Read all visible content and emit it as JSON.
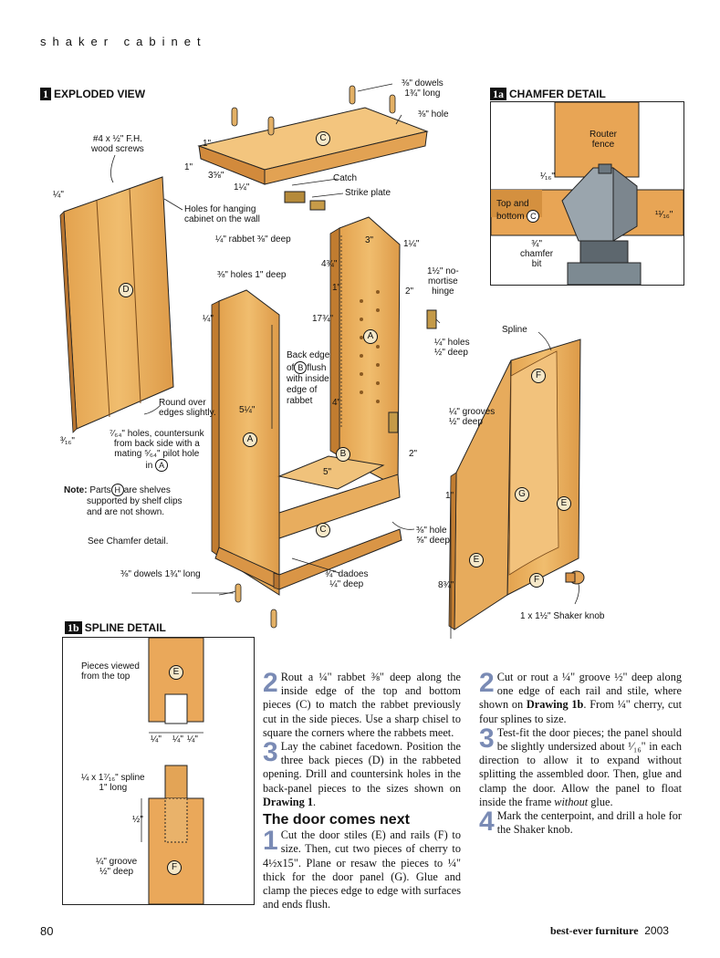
{
  "header": "shaker cabinet",
  "sections": {
    "exploded": {
      "num": "1",
      "title": "EXPLODED VIEW"
    },
    "chamfer": {
      "num": "1a",
      "title": "CHAMFER DETAIL"
    },
    "spline": {
      "num": "1b",
      "title": "SPLINE DETAIL"
    }
  },
  "exploded_labels": {
    "dowels_top": "⅜\" dowels",
    "dowels_top2": "1¾\" long",
    "hole_top": "⅜\" hole",
    "screws1": "#4 x ½\" F.H.",
    "screws2": "wood screws",
    "d1a": "1\"",
    "d1b": "1\"",
    "d358": "3⅝\"",
    "d114a": "1¼\"",
    "catch": "Catch",
    "strike": "Strike plate",
    "d14a": "¼\"",
    "holes_hang1": "Holes for hanging",
    "holes_hang2": "cabinet on the wall",
    "rabbet": "¼\" rabbet ⅜\" deep",
    "d3": "3\"",
    "d114b": "1¼\"",
    "d434": "4¾\"",
    "d1c": "1\"",
    "hinge1": "1½\" no-",
    "hinge2": "mortise",
    "hinge3": "hinge",
    "holes1deep": "⅜\" holes 1\" deep",
    "d2a": "2\"",
    "d1734": "17¾\"",
    "d14b": "¼\"",
    "backedge1": "Back edge",
    "backedge2": "of",
    "backedge2b": "flush",
    "backedge3": "with inside",
    "backedge4": "edge of",
    "backedge5": "rabbet",
    "d4": "4\"",
    "holes14_1": "¼\" holes",
    "holes14_2": "½\" deep",
    "round1": "Round over",
    "round2": "edges slightly.",
    "d514": "5¼\"",
    "d316": "³⁄₁₆\"",
    "pilot1": "⁷⁄₆₄\" holes, countersunk",
    "pilot2": "from back side with a",
    "pilot3": "mating ⁵⁄₆₄\" pilot hole",
    "pilot4": "in",
    "d2b": "2\"",
    "d5": "5\"",
    "note_b": "Note:",
    "note1": " Parts",
    "note1b": "are shelves",
    "note2": "supported by shelf clips",
    "note3": "and are not shown.",
    "see_chamfer": "See Chamfer detail.",
    "dowels_bot": "⅜\" dowels 1¾\" long",
    "hole_bot1": "⅜\" hole",
    "hole_bot2": "⅝\" deep",
    "dadoes1": "¾\" dadoes",
    "dadoes2": "¼\" deep",
    "spline_lbl": "Spline",
    "grooves1": "¼\" grooves",
    "grooves2": "½\" deep",
    "d1d": "1\"",
    "d834": "8¾\"",
    "knob": "1 x 1½\" Shaker knob"
  },
  "parts": {
    "A": "A",
    "B": "B",
    "C": "C",
    "D": "D",
    "E": "E",
    "F": "F",
    "G": "G",
    "H": "H"
  },
  "chamfer_labels": {
    "router1": "Router",
    "router2": "fence",
    "d116": "¹⁄₁₆\"",
    "topbottom1": "Top and",
    "topbottom2": "bottom",
    "d1116": "¹¹⁄₁₆\"",
    "bit1": "¾\"",
    "bit2": "chamfer",
    "bit3": "bit"
  },
  "spline_labels": {
    "viewed1": "Pieces viewed",
    "viewed2": "from the top",
    "q1": "¼\"",
    "q2": "¼\"",
    "q3": "¼\"",
    "sp1": "¼ x 1⁷⁄₁₆\" spline",
    "sp2": "1\" long",
    "half": "½\"",
    "groove1": "¼\" groove",
    "groove2": "½\" deep"
  },
  "text": {
    "s2_num": "2",
    "s2": "Rout a ¼\" rabbet ⅜\" deep along the inside edge of the top and bottom pieces (C) to match the rabbet previously cut in the side pieces. Use a sharp chisel to square the corners where the rabbets meet.",
    "s3_num": "3",
    "s3a": "Lay the cabinet facedown. Position the three back pieces (D) in the rabbeted opening. Drill and countersink holes in the back-panel pieces to the sizes shown on ",
    "s3b": "Drawing 1",
    "s3c": ".",
    "door_heading": "The door comes next",
    "d1_num": "1",
    "d1": "Cut the door stiles (E) and rails (F) to size. Then, cut two pieces of cherry to 4½x15\". Plane or resaw the pieces to ¼\" thick for the door panel (G). Glue and clamp the pieces edge to edge with surfaces and ends flush.",
    "d2_num": "2",
    "d2a": "Cut or rout a ¼\" groove ½\" deep along one edge of each rail and stile, where shown on ",
    "d2b": "Drawing 1b",
    "d2c": ". From ¼\" cherry, cut four splines to size.",
    "d3_num": "3",
    "d3a": "Test-fit the door pieces; the panel should be slightly undersized about ¹⁄₁₆\" in each direction to allow it to expand without splitting the assembled door. Then, glue and clamp the door. Allow the panel to float inside the frame ",
    "d3b": "without",
    "d3c": " glue.",
    "d4_num": "4",
    "d4": "Mark the centerpoint, and drill a hole for the Shaker knob."
  },
  "footer": {
    "page": "80",
    "brand": "best-ever furniture",
    "year": "2003"
  }
}
